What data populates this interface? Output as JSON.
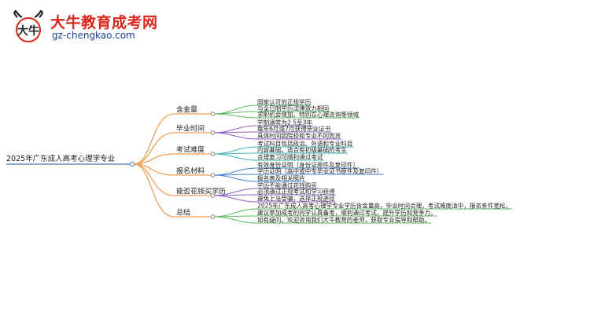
{
  "header": {
    "site_title": "大牛教育成考网",
    "site_url": "gz-chengkao.com",
    "logo_glyph": "大牛"
  },
  "colors": {
    "center_line": "#6b8fc4",
    "branch_orange": "#f0a05a",
    "leaf_green": "#5cb85c",
    "leaf_purple": "#8a5cc4",
    "leaf_teal": "#3fb2b2",
    "leaf_blue": "#4a7fd0",
    "brand_red": "#d9261c",
    "brand_blue": "#1a3f8f"
  },
  "mindmap": {
    "root": {
      "label": "2025年广东成人高考心理学专业"
    },
    "branches": [
      {
        "label": "含金量",
        "leaves": [
          {
            "label": "国家认可的正规学历"
          },
          {
            "label": "与全日制学历法律效力相同"
          },
          {
            "label": "求职机会增加，特别在心理咨询等领域"
          }
        ]
      },
      {
        "label": "毕业时间",
        "leaves": [
          {
            "label": "学制通常为2.5至3年"
          },
          {
            "label": "每年6月或7月获得毕业证书"
          },
          {
            "label": "具体时间因院校和专业不同而异"
          }
        ]
      },
      {
        "label": "考试难度",
        "leaves": [
          {
            "label": "考试科目包括政治、外语和专业科目"
          },
          {
            "label": "内容基础，适合有初级基础的考生"
          },
          {
            "label": "合理复习可顺利通过考试"
          }
        ]
      },
      {
        "label": "报名材料",
        "leaves": [
          {
            "label": "有效身份证明（身份证原件及复印件）"
          },
          {
            "label": "学历证明（高中或中专毕业证书原件及复印件）"
          },
          {
            "label": "报名表及相关照片"
          }
        ]
      },
      {
        "label": "能否花钱买学历",
        "leaves": [
          {
            "label": "学历不能通过花钱购买"
          },
          {
            "label": "必须通过正规考试和学习获得"
          },
          {
            "label": "避免上当受骗，选择正规途径"
          }
        ]
      },
      {
        "label": "总结",
        "leaves": [
          {
            "label": "2025年广东成人高考心理学专业学历含金量高，毕业时间合理，考试难度适中，报名条件宽松。"
          },
          {
            "label": "建议参加成考的同学认真备考，顺利通过考试，提升学历和竞争力。"
          },
          {
            "label": "如有疑问，欢迎咨询我们大牛教育的老师，获取专业指导和帮助。"
          }
        ]
      }
    ]
  }
}
